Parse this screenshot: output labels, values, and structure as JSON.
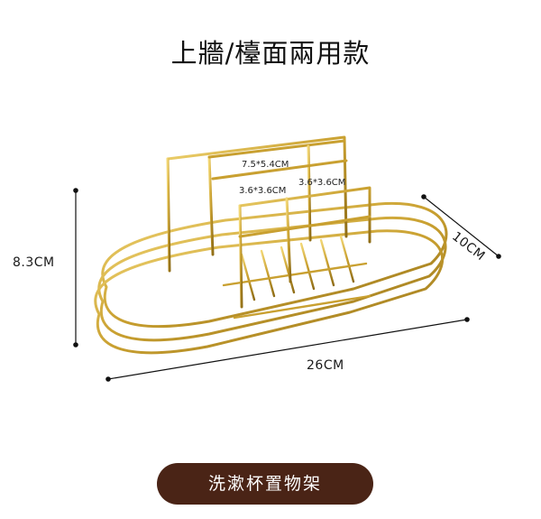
{
  "header": {
    "title": "上牆/檯面兩用款"
  },
  "dimensions": {
    "height": "8.3CM",
    "width": "26CM",
    "depth": "10CM",
    "top_compartment": "7.5*5.4CM",
    "small_compartment_left": "3.6*3.6CM",
    "small_compartment_right": "3.6*3.6CM"
  },
  "footer": {
    "label": "洗漱杯置物架"
  },
  "colors": {
    "gold": "#c9a030",
    "gold_highlight": "#f0d36a",
    "label_background": "#4a2416"
  }
}
